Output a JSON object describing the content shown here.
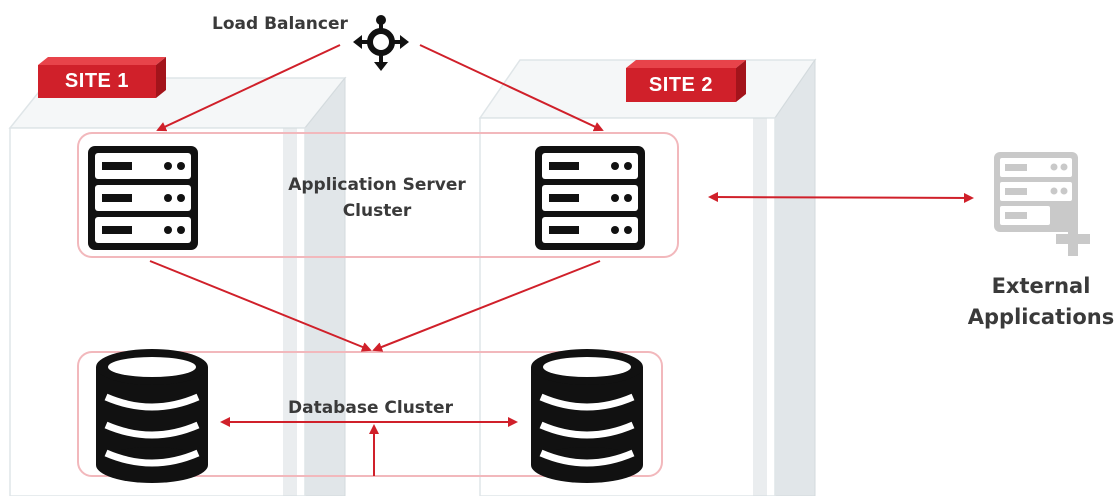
{
  "load_balancer": {
    "label": "Load Balancer"
  },
  "sites": [
    {
      "label": "SITE 1"
    },
    {
      "label": "SITE 2"
    }
  ],
  "app_cluster": {
    "label_line1": "Application Server",
    "label_line2": "Cluster"
  },
  "db_cluster": {
    "label": "Database Cluster"
  },
  "external": {
    "label_line1": "External",
    "label_line2": "Applications"
  },
  "colors": {
    "accent_red": "#d0202a",
    "cluster_border": "#f2b8bc",
    "icon_dark": "#111111",
    "external_icon": "#c9c9c9",
    "site_box": "#dde3e6",
    "site_box_shadow": "#cfd7da"
  },
  "icons": {
    "load_balancer": "load-balancer-icon",
    "app_server": "server-rack-icon",
    "database": "database-icon",
    "external_app": "server-add-icon"
  }
}
